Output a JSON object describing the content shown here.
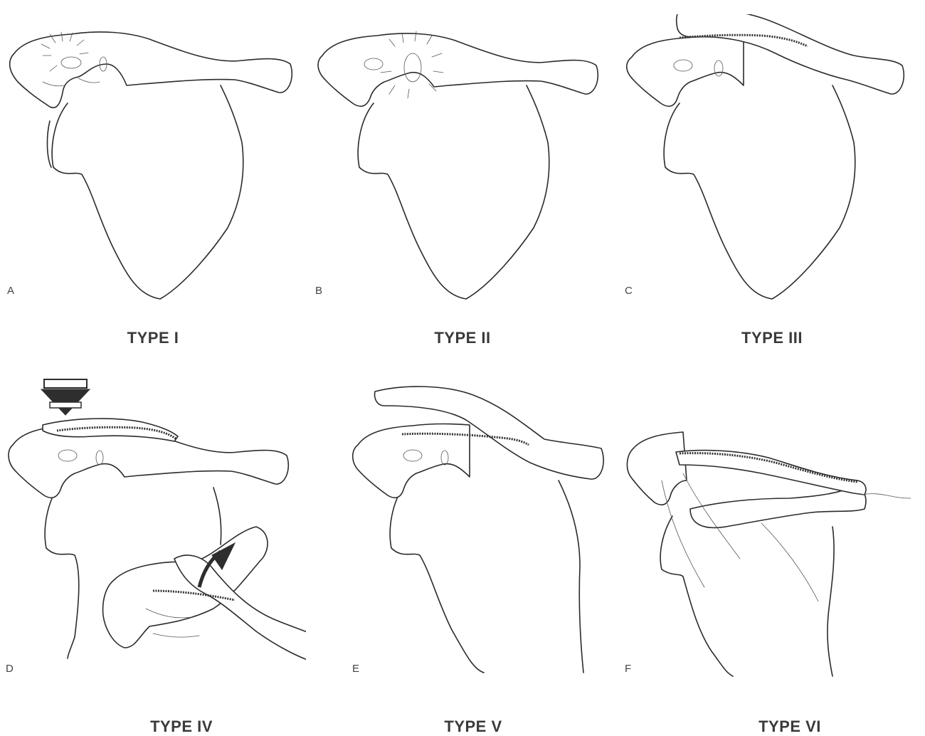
{
  "panels": [
    {
      "letter": "A",
      "title": "TYPE I"
    },
    {
      "letter": "B",
      "title": "TYPE II"
    },
    {
      "letter": "C",
      "title": "TYPE III"
    },
    {
      "letter": "D",
      "title": "TYPE IV"
    },
    {
      "letter": "E",
      "title": "TYPE V"
    },
    {
      "letter": "F",
      "title": "TYPE VI"
    }
  ]
}
